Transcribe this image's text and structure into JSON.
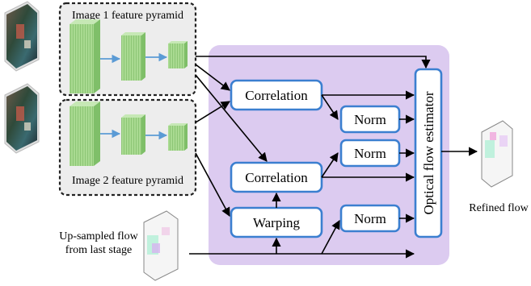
{
  "pyramids": {
    "top_label": "Image 1 feature pyramid",
    "bottom_label": "Image 2 feature pyramid"
  },
  "modules": {
    "correlation_top": "Correlation",
    "correlation_bottom": "Correlation",
    "warping": "Warping",
    "norm_1": "Norm",
    "norm_2": "Norm",
    "norm_3": "Norm",
    "estimator": "Optical flow estimator"
  },
  "inputs": {
    "upsampled_line1": "Up-sampled flow",
    "upsampled_line2": "from last stage"
  },
  "outputs": {
    "refined": "Refined flow"
  },
  "colors": {
    "module_border": "#3b7fd0",
    "purple_panel": "#dccbf0",
    "feature_green": "#a7d98f",
    "pyramid_arrow": "#5b9bd5"
  }
}
